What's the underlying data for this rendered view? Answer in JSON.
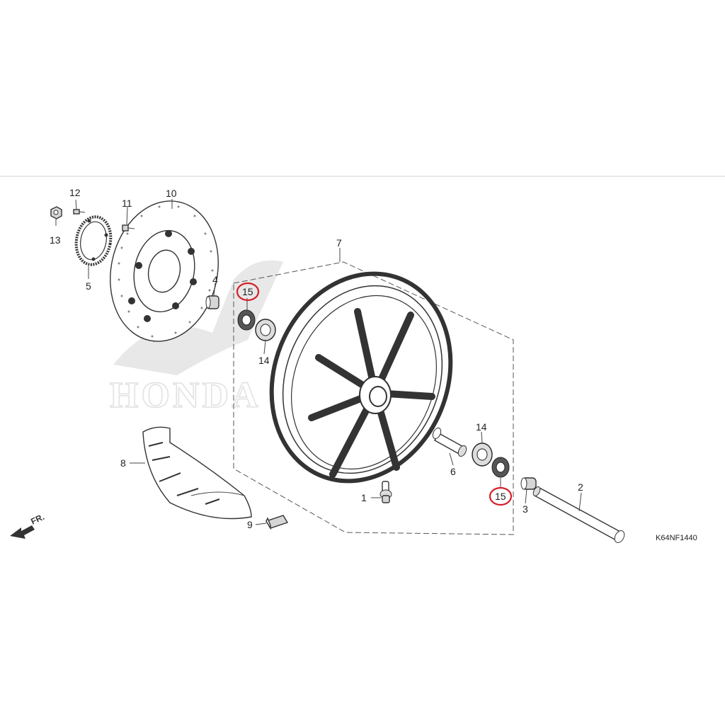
{
  "diagram": {
    "drawing_code": "K64NF1440",
    "direction_label": "FR.",
    "watermark": "HONDA",
    "highlight_color": "#d4202a",
    "callouts": [
      {
        "id": "c1",
        "label": "1"
      },
      {
        "id": "c2",
        "label": "2"
      },
      {
        "id": "c3",
        "label": "3"
      },
      {
        "id": "c4",
        "label": "4"
      },
      {
        "id": "c5",
        "label": "5"
      },
      {
        "id": "c6",
        "label": "6"
      },
      {
        "id": "c7",
        "label": "7"
      },
      {
        "id": "c8",
        "label": "8"
      },
      {
        "id": "c9",
        "label": "9"
      },
      {
        "id": "c10",
        "label": "10"
      },
      {
        "id": "c11",
        "label": "11"
      },
      {
        "id": "c12",
        "label": "12"
      },
      {
        "id": "c13",
        "label": "13"
      },
      {
        "id": "c14a",
        "label": "14"
      },
      {
        "id": "c14b",
        "label": "14"
      },
      {
        "id": "c15a",
        "label": "15",
        "highlighted": true
      },
      {
        "id": "c15b",
        "label": "15",
        "highlighted": true
      }
    ]
  }
}
